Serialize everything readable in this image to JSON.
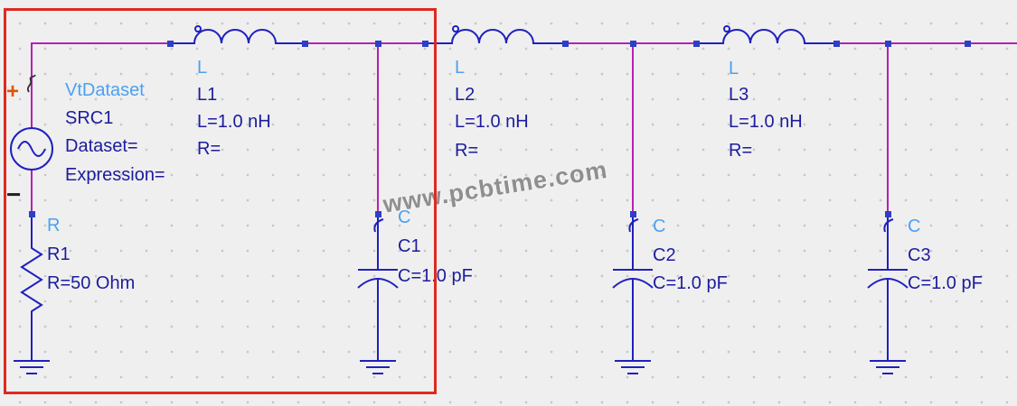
{
  "watermark": "www.pcbtime.com",
  "colors": {
    "wire": "#b520b5",
    "component": "#2020c0",
    "type_label": "#4da0f0",
    "value_label": "#1c1c9e",
    "selection_box": "#de2a20",
    "background": "#efefef"
  },
  "source": {
    "type": "VtDataset",
    "name": "SRC1",
    "param1": "Dataset=",
    "param2": "Expression=",
    "plus": "+",
    "minus": "−"
  },
  "resistor": {
    "type": "R",
    "name": "R1",
    "value": "R=50 Ohm"
  },
  "inductors": [
    {
      "type": "L",
      "name": "L1",
      "value": "L=1.0 nH",
      "r": "R="
    },
    {
      "type": "L",
      "name": "L2",
      "value": "L=1.0 nH",
      "r": "R="
    },
    {
      "type": "L",
      "name": "L3",
      "value": "L=1.0 nH",
      "r": "R="
    }
  ],
  "capacitors": [
    {
      "type": "C",
      "name": "C1",
      "value": "C=1.0 pF"
    },
    {
      "type": "C",
      "name": "C2",
      "value": "C=1.0 pF"
    },
    {
      "type": "C",
      "name": "C3",
      "value": "C=1.0 pF"
    }
  ]
}
